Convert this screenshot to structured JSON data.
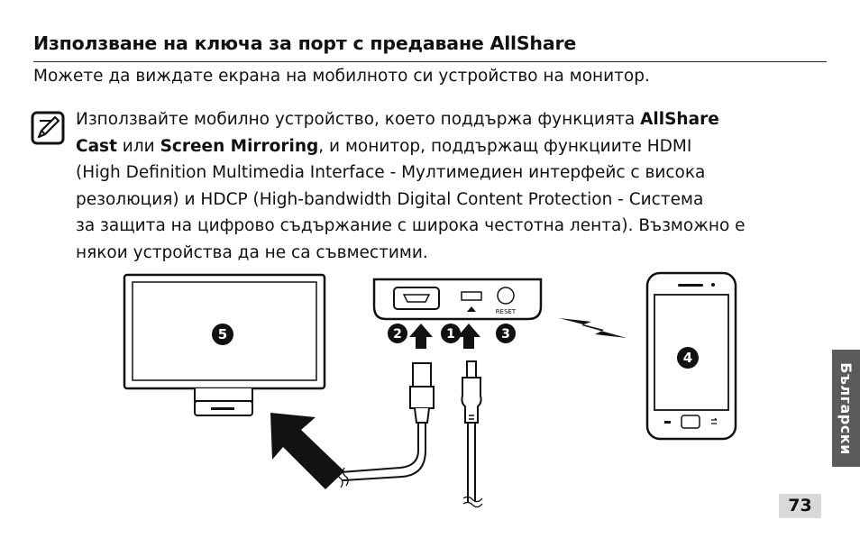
{
  "section": {
    "title": "Използване на ключа за порт с предаване AllShare",
    "subtitle": "Можете да виждате екрана на мобилното си устройство на монитор."
  },
  "note": {
    "icon": "note-pencil-icon",
    "line1_pre": "Използвайте мобилно устройство, което поддържа функцията ",
    "line1_bold": "AllShare",
    "line2_bold1": "Cast",
    "line2_mid": " или ",
    "line2_bold2": "Screen Mirroring",
    "line2_post": ", и монитор, поддържащ функциите HDMI",
    "line3": "(High Definition Multimedia Interface - Мултимедиен интерфейс с висока",
    "line4": "резолюция) и HDCP (High-bandwidth Digital Content Protection - Система",
    "line5": "за защита на цифрово съдържание с широка честотна лента). Възможно е",
    "line6": "някои устройства да не са съвместими."
  },
  "figure": {
    "dongle_reset_label": "RESET",
    "callouts": {
      "monitor": "5",
      "phone": "4",
      "port_hdmi": "2",
      "port_usb": "1",
      "port_reset": "3"
    },
    "icons": [
      "monitor-icon",
      "dongle-icon",
      "smartphone-icon",
      "wireless-signal-icon",
      "hdmi-cable-icon",
      "usb-cable-icon",
      "insert-arrow-icon"
    ]
  },
  "side_tab": {
    "label": "Български"
  },
  "page": {
    "number": "73"
  }
}
